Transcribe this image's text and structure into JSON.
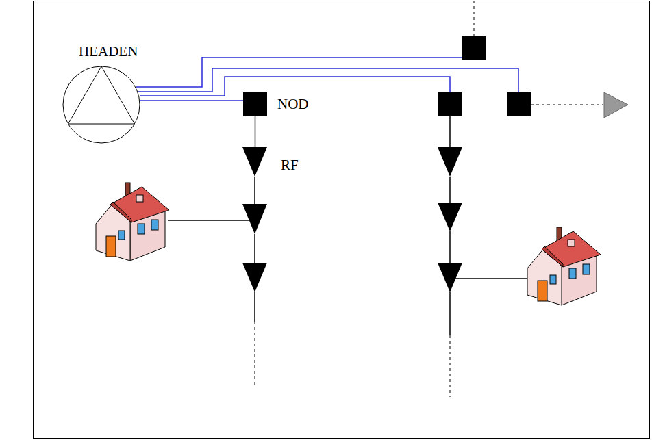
{
  "diagram": {
    "nodes": [
      {
        "text": [
          "HEADEN"
        ]
      },
      {
        "text": [
          "NOD"
        ]
      },
      {
        "text": [
          "RF"
        ]
      }
    ],
    "edges": [
      {
        "from": 0,
        "to": 1,
        "arrow": "none"
      },
      {
        "from": 1,
        "to": 2,
        "arrow": "none"
      }
    ]
  }
}
